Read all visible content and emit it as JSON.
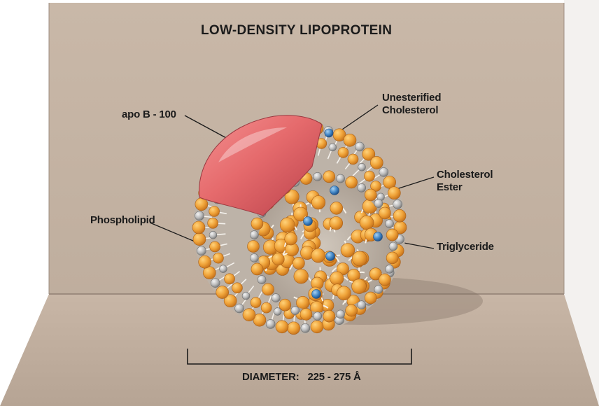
{
  "title": "LOW-DENSITY LIPOPROTEIN",
  "labels": {
    "apo_b": "apo B - 100",
    "unesterified_line1": "Unesterified",
    "unesterified_line2": "Cholesterol",
    "ester_line1": "Cholesterol",
    "ester_line2": "Ester",
    "phospholipid": "Phospholipid",
    "triglyceride": "Triglyceride"
  },
  "diameter": {
    "label": "DIAMETER:",
    "value": "225 - 275 Å"
  },
  "colors": {
    "backdrop": "#c6b4a4",
    "floor": "#baa898",
    "apo_b_protein": "#e56a6c",
    "phospholipid_head": "#f0a43a",
    "phospholipid_head_grey": "#b9b9b9",
    "cholesterol_blue": "#3f84c4",
    "text": "#1b1b1b"
  }
}
